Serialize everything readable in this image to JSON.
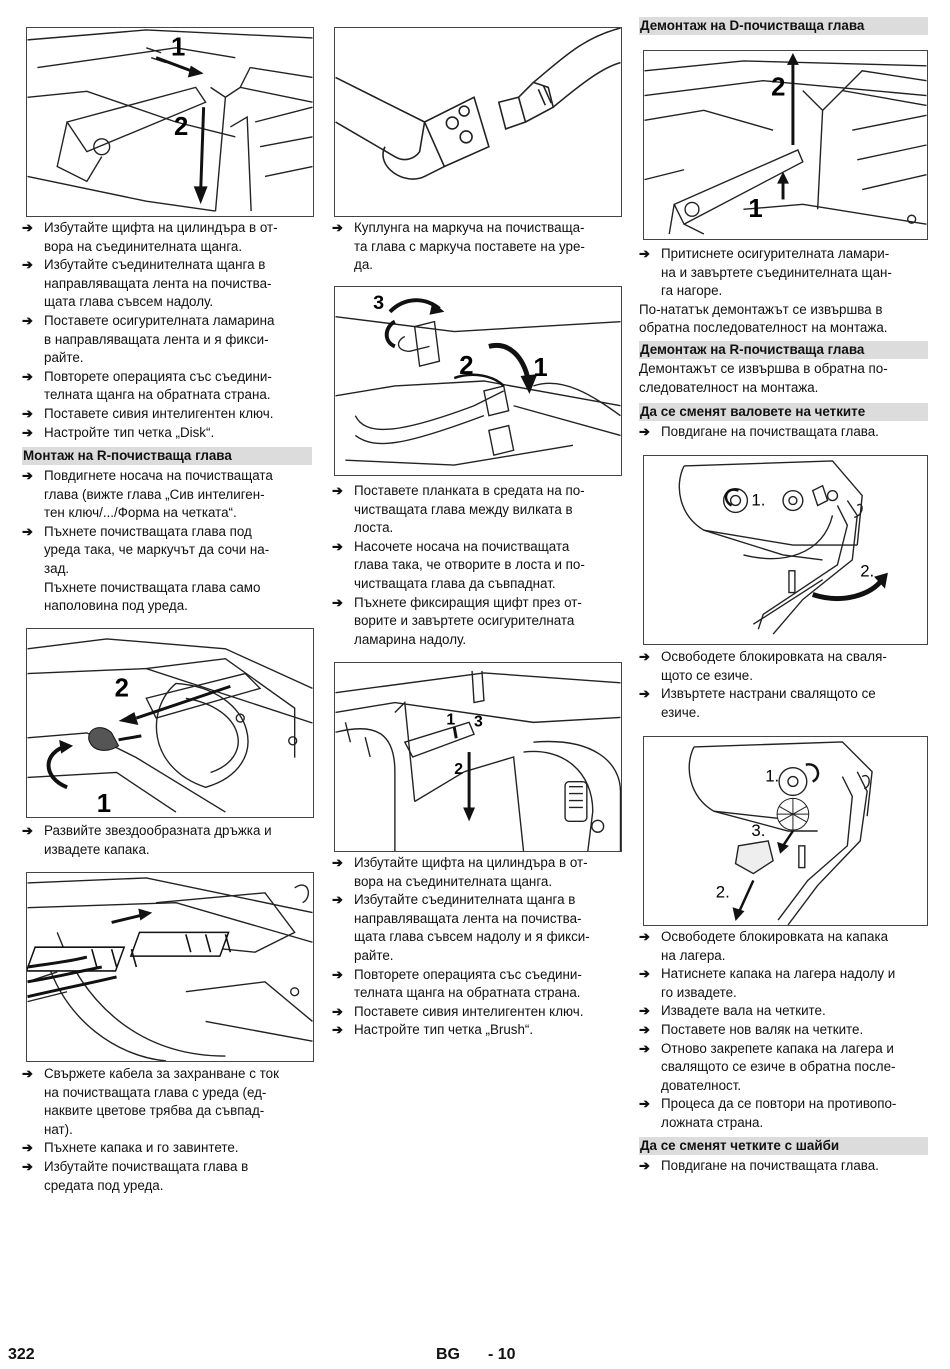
{
  "col1": {
    "steps_a": [
      "Избутайте щифта на цилиндъра в от-\nвора на съединителната щанга.",
      "Избутайте съединителната щанга в\nнаправляващата лента на почиства-\nщата глава съвсем надолу.",
      "Поставете осигурителната ламарина\nв направляващата лента и я фикси-\nрайте.",
      "Повторете операцията със съедини-\nтелната щанга на обратната страна.",
      "Поставете сивия интелигентен ключ.",
      "Настройте тип четка „Disk“."
    ],
    "header_r_mount": "Монтаж на R-почистваща глава",
    "steps_b": [
      "Повдигнете носача на почистващата\nглава (вижте глава „Сив интелиген-\nтен ключ/.../Форма на четката“.",
      "Пъхнете почистващата глава под\nуреда така, че маркучът да сочи на-\nзад."
    ],
    "note_b": "Пъхнете почистващата глава само\nнаполовина под уреда.",
    "steps_c": [
      "Развийте звездообразната дръжка и\nизвадете капака."
    ],
    "steps_d": [
      "Свържете кабела за захранване с ток\nна почистващата глава с уреда (ед-\nнаквите цветове трябва да съвпад-\nнат).",
      "Пъхнете капака и го завинтете.",
      "Избутайте почистващата глава в\nсредата под уреда."
    ],
    "fig1_labels": [
      "1",
      "2"
    ],
    "fig2_labels": [
      "2",
      "1"
    ]
  },
  "col2": {
    "steps_a": [
      "Куплунга на маркуча на почистваща-\nта глава с маркуча поставете на уре-\nда."
    ],
    "steps_b": [
      "Поставете планката в средата на по-\nчистващата глава между вилката в\nлоста.",
      "Насочете носача на почистващата\nглава така, че отворите в лоста и по-\nчистващата глава да съвпаднат.",
      "Пъхнете фиксиращия щифт през от-\nворите и завъртете осигурителната\nламарина надолу."
    ],
    "steps_c": [
      "Избутайте щифта на цилиндъра в от-\nвора на съединителната щанга.",
      "Избутайте съединителната щанга в\nнаправляващата лента на почиства-\nщата глава съвсем надолу и я фикси-\nрайте.",
      "Повторете операцията със съедини-\nтелната щанга на обратната страна.",
      "Поставете сивия интелигентен ключ.",
      "Настройте тип четка „Brush“."
    ],
    "fig2_labels": [
      "3",
      "2",
      "1"
    ],
    "fig3_labels": [
      "1",
      "3",
      "2"
    ]
  },
  "col3": {
    "header_d_remove": "Демонтаж на D-почистваща глава",
    "steps_a": [
      "Притиснете осигурителната ламари-\nна и завъртете съединителната щан-\nга нагоре."
    ],
    "note_a": "По-нататък демонтажът се извършва в\nобратна последователност на монтажа.",
    "header_r_remove": "Демонтаж на R-почистваща глава",
    "note_b": "Демонтажът се извършва в обратна по-\nследователност на монтажа.",
    "header_rollers": "Да се сменят валовете на четките",
    "steps_b": [
      "Повдигане на почистващата глава."
    ],
    "steps_c": [
      "Освободете блокировката на сваля-\nщото се езиче.",
      "Извъртете настрани свалящото се\nезиче."
    ],
    "steps_d": [
      "Освободете блокировката на капака\nна лагера.",
      "Натиснете капака на лагера надолу и\nго извадете.",
      "Извадете вала на четките.",
      "Поставете нов валяк на четките.",
      "Отново закрепете капака на лагера и\nсвалящото се езиче в обратна после-\nдователност.",
      "Процеса да се повтори на противопо-\nложната страна."
    ],
    "header_discs": "Да се сменят четките с шайби",
    "steps_e": [
      "Повдигане на почистващата глава."
    ],
    "fig1_labels": [
      "2",
      "1"
    ],
    "fig2_labels": [
      "1.",
      "2."
    ],
    "fig3_labels": [
      "1.",
      "3.",
      "2."
    ]
  },
  "footer": {
    "page_number": "322",
    "language": "BG",
    "section_page": "- 10"
  }
}
